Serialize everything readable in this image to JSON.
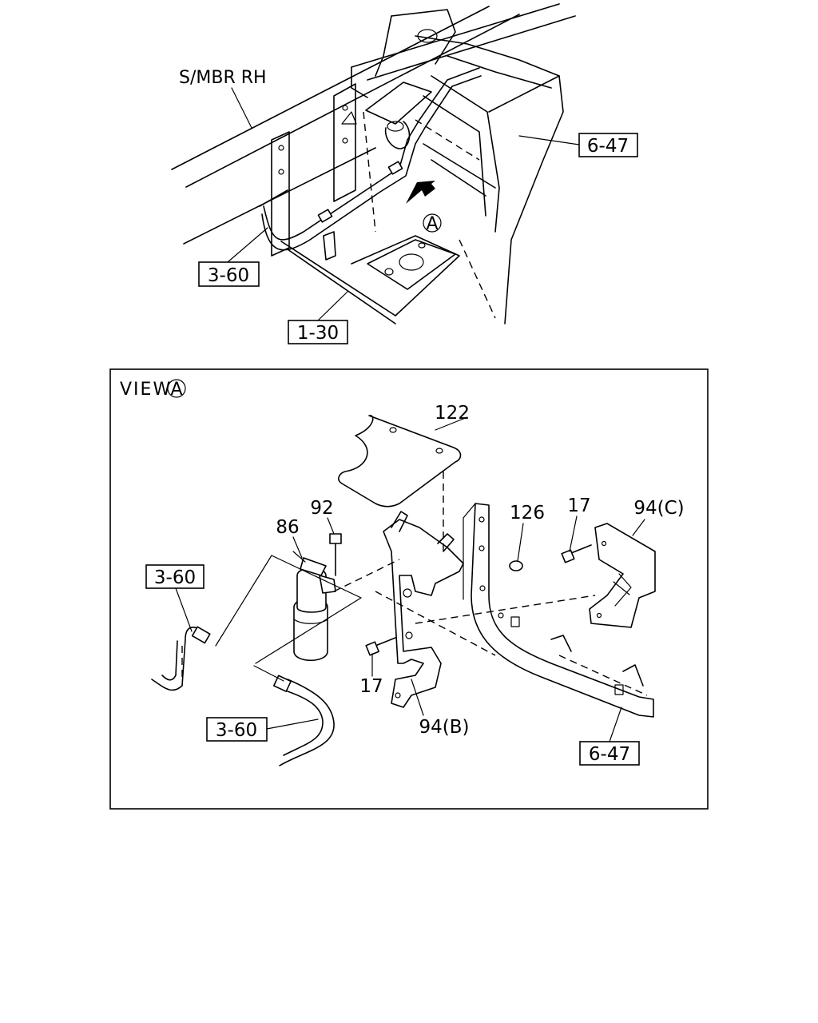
{
  "top_view": {
    "member_label": "S/MBR RH",
    "view_marker": "A",
    "refs": {
      "ref_6_47": "6-47",
      "ref_3_60": "3-60",
      "ref_1_30": "1-30"
    }
  },
  "detail_view": {
    "title": "VIEW",
    "title_marker": "A",
    "refs": {
      "ref_3_60_upper": "3-60",
      "ref_3_60_lower": "3-60",
      "ref_6_47": "6-47"
    },
    "parts": {
      "p122": "122",
      "p92": "92",
      "p86": "86",
      "p126": "126",
      "p17_upper": "17",
      "p94c": "94(C)",
      "p17_lower": "17",
      "p94b": "94(B)"
    }
  },
  "icons": [
    "view-arrow-icon",
    "circled-a-icon"
  ]
}
